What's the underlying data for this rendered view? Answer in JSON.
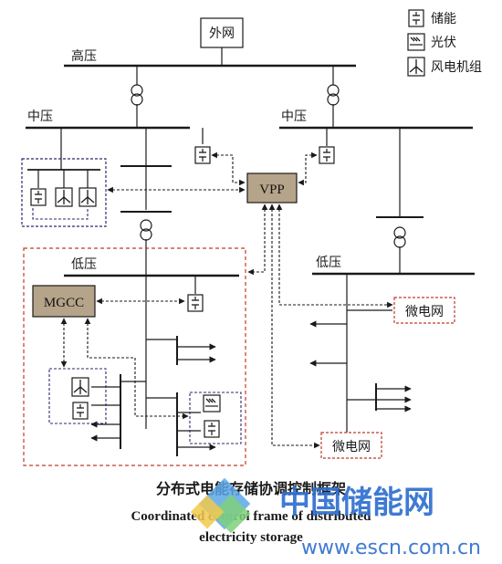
{
  "labels": {
    "external_grid": "外网",
    "high_voltage": "高压",
    "medium_voltage_left": "中压",
    "medium_voltage_right": "中压",
    "low_voltage_left": "低压",
    "low_voltage_right": "低压",
    "vpp": "VPP",
    "mgcc": "MGCC",
    "microgrid_right": "微电网",
    "microgrid_bottom": "微电网"
  },
  "legend": {
    "storage": "储能",
    "pv": "光伏",
    "wind": "风电机组"
  },
  "caption": {
    "cn": "分布式电能存储协调控制框架",
    "en_line1": "Coordinated control frame of distributed",
    "en_line2": "electricity storage"
  },
  "watermark": {
    "cn": "中国储能网",
    "url": "www.escn.com.cn"
  },
  "colors": {
    "line": "#1a1a1a",
    "dashed_red": "#c0392b",
    "dashed_navy": "#2b2b6b",
    "box_fill": "#b5a489",
    "watermark": "#2f6fd0"
  }
}
